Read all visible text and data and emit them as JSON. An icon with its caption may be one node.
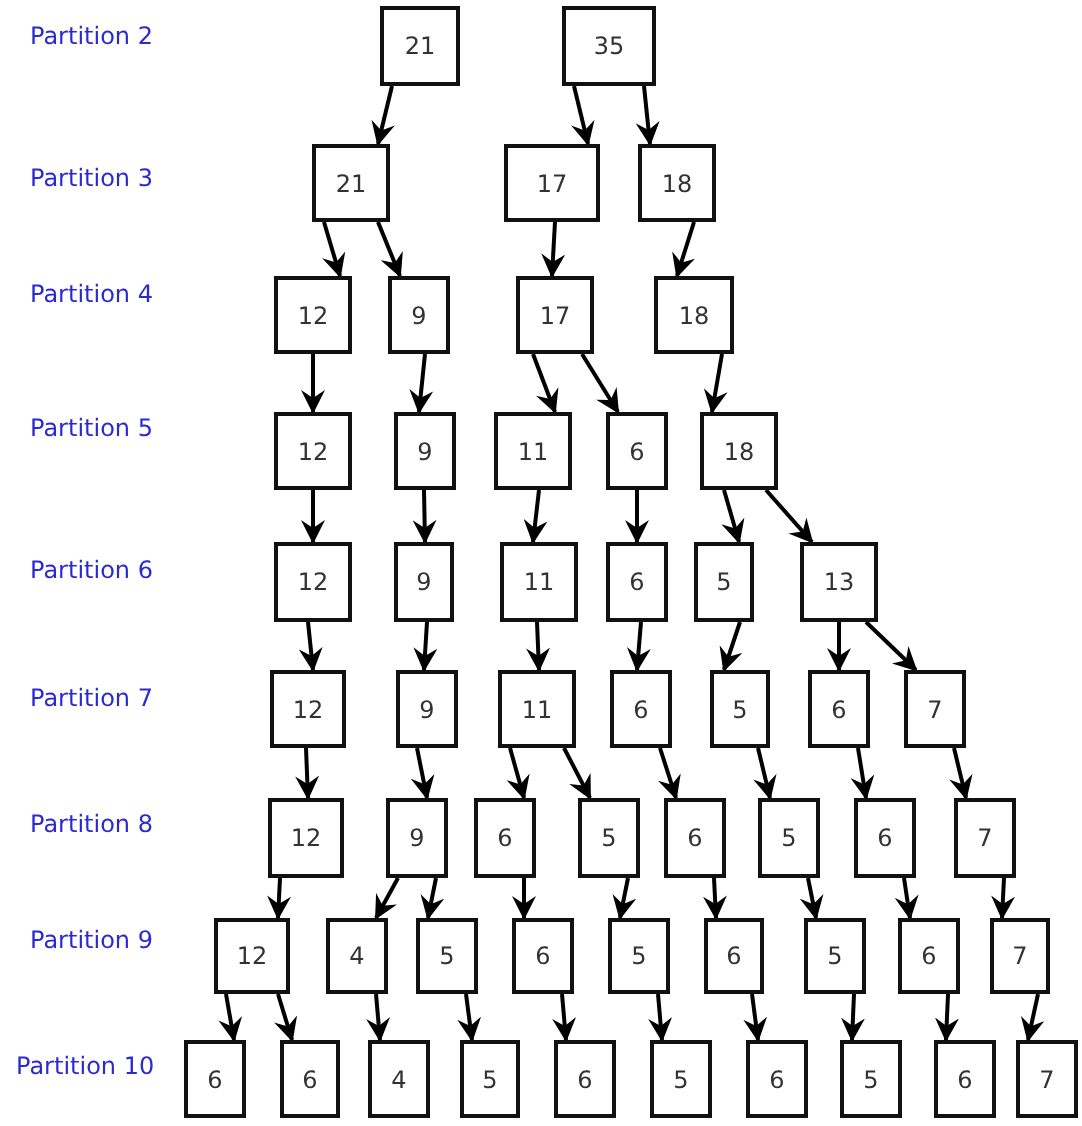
{
  "diagram": {
    "nodes": [
      {
        "text": [
          "21"
        ]
      },
      {
        "text": [
          "35"
        ]
      },
      {
        "text": [
          "21"
        ]
      },
      {
        "text": [
          "17"
        ]
      },
      {
        "text": [
          "18"
        ]
      },
      {
        "text": [
          "12"
        ]
      },
      {
        "text": [
          "9"
        ]
      },
      {
        "text": [
          "17"
        ]
      },
      {
        "text": [
          "18"
        ]
      },
      {
        "text": [
          "12"
        ]
      },
      {
        "text": [
          "9"
        ]
      },
      {
        "text": [
          "11"
        ]
      },
      {
        "text": [
          "6"
        ]
      },
      {
        "text": [
          "18"
        ]
      },
      {
        "text": [
          "12"
        ]
      },
      {
        "text": [
          "9"
        ]
      },
      {
        "text": [
          "11"
        ]
      },
      {
        "text": [
          "6"
        ]
      },
      {
        "text": [
          "5"
        ]
      },
      {
        "text": [
          "13"
        ]
      },
      {
        "text": [
          "12"
        ]
      },
      {
        "text": [
          "9"
        ]
      },
      {
        "text": [
          "11"
        ]
      },
      {
        "text": [
          "6"
        ]
      },
      {
        "text": [
          "5"
        ]
      },
      {
        "text": [
          "6"
        ]
      },
      {
        "text": [
          "7"
        ]
      },
      {
        "text": [
          "12"
        ]
      },
      {
        "text": [
          "9"
        ]
      },
      {
        "text": [
          "6"
        ]
      },
      {
        "text": [
          "5"
        ]
      },
      {
        "text": [
          "6"
        ]
      },
      {
        "text": [
          "5"
        ]
      },
      {
        "text": [
          "6"
        ]
      },
      {
        "text": [
          "7"
        ]
      },
      {
        "text": [
          "12"
        ]
      },
      {
        "text": [
          "4"
        ]
      },
      {
        "text": [
          "5"
        ]
      },
      {
        "text": [
          "6"
        ]
      },
      {
        "text": [
          "5"
        ]
      },
      {
        "text": [
          "6"
        ]
      },
      {
        "text": [
          "5"
        ]
      },
      {
        "text": [
          "6"
        ]
      },
      {
        "text": [
          "7"
        ]
      },
      {
        "text": [
          "6"
        ]
      },
      {
        "text": [
          "6"
        ]
      },
      {
        "text": [
          "4"
        ]
      },
      {
        "text": [
          "5"
        ]
      },
      {
        "text": [
          "6"
        ]
      },
      {
        "text": [
          "5"
        ]
      },
      {
        "text": [
          "6"
        ]
      },
      {
        "text": [
          "5"
        ]
      },
      {
        "text": [
          "6"
        ]
      },
      {
        "text": [
          "7"
        ]
      }
    ],
    "edges": [
      {
        "from": 0,
        "to": 2,
        "arrow": "to"
      },
      {
        "from": 1,
        "to": 3,
        "arrow": "to"
      },
      {
        "from": 1,
        "to": 4,
        "arrow": "to"
      },
      {
        "from": 2,
        "to": 5,
        "arrow": "to"
      },
      {
        "from": 2,
        "to": 6,
        "arrow": "to"
      },
      {
        "from": 3,
        "to": 7,
        "arrow": "to"
      },
      {
        "from": 4,
        "to": 8,
        "arrow": "to"
      },
      {
        "from": 5,
        "to": 9,
        "arrow": "to"
      },
      {
        "from": 6,
        "to": 10,
        "arrow": "to"
      },
      {
        "from": 7,
        "to": 11,
        "arrow": "to"
      },
      {
        "from": 7,
        "to": 12,
        "arrow": "to"
      },
      {
        "from": 8,
        "to": 13,
        "arrow": "to"
      },
      {
        "from": 9,
        "to": 14,
        "arrow": "to"
      },
      {
        "from": 10,
        "to": 15,
        "arrow": "to"
      },
      {
        "from": 11,
        "to": 16,
        "arrow": "to"
      },
      {
        "from": 12,
        "to": 17,
        "arrow": "to"
      },
      {
        "from": 13,
        "to": 18,
        "arrow": "to"
      },
      {
        "from": 13,
        "to": 19,
        "arrow": "to"
      },
      {
        "from": 14,
        "to": 20,
        "arrow": "to"
      },
      {
        "from": 15,
        "to": 21,
        "arrow": "to"
      },
      {
        "from": 16,
        "to": 22,
        "arrow": "to"
      },
      {
        "from": 17,
        "to": 23,
        "arrow": "to"
      },
      {
        "from": 18,
        "to": 24,
        "arrow": "to"
      },
      {
        "from": 19,
        "to": 25,
        "arrow": "to"
      },
      {
        "from": 19,
        "to": 26,
        "arrow": "to"
      },
      {
        "from": 20,
        "to": 27,
        "arrow": "to"
      },
      {
        "from": 21,
        "to": 28,
        "arrow": "to"
      },
      {
        "from": 22,
        "to": 29,
        "arrow": "to"
      },
      {
        "from": 22,
        "to": 30,
        "arrow": "to"
      },
      {
        "from": 23,
        "to": 31,
        "arrow": "to"
      },
      {
        "from": 24,
        "to": 32,
        "arrow": "to"
      },
      {
        "from": 25,
        "to": 33,
        "arrow": "to"
      },
      {
        "from": 26,
        "to": 34,
        "arrow": "to"
      },
      {
        "from": 27,
        "to": 35,
        "arrow": "to"
      },
      {
        "from": 28,
        "to": 36,
        "arrow": "to"
      },
      {
        "from": 28,
        "to": 37,
        "arrow": "to"
      },
      {
        "from": 29,
        "to": 38,
        "arrow": "to"
      },
      {
        "from": 30,
        "to": 39,
        "arrow": "to"
      },
      {
        "from": 31,
        "to": 40,
        "arrow": "to"
      },
      {
        "from": 32,
        "to": 41,
        "arrow": "to"
      },
      {
        "from": 33,
        "to": 42,
        "arrow": "to"
      },
      {
        "from": 34,
        "to": 43,
        "arrow": "to"
      },
      {
        "from": 35,
        "to": 44,
        "arrow": "to"
      },
      {
        "from": 35,
        "to": 45,
        "arrow": "to"
      },
      {
        "from": 36,
        "to": 46,
        "arrow": "to"
      },
      {
        "from": 37,
        "to": 47,
        "arrow": "to"
      },
      {
        "from": 38,
        "to": 48,
        "arrow": "to"
      },
      {
        "from": 39,
        "to": 49,
        "arrow": "to"
      },
      {
        "from": 40,
        "to": 50,
        "arrow": "to"
      },
      {
        "from": 41,
        "to": 51,
        "arrow": "to"
      },
      {
        "from": 42,
        "to": 52,
        "arrow": "to"
      },
      {
        "from": 43,
        "to": 53,
        "arrow": "to"
      }
    ],
    "labels": [
      "Partition 2",
      "Partition 3",
      "Partition 4",
      "Partition 5",
      "Partition 6",
      "Partition 7",
      "Partition 8",
      "Partition 9",
      "Partition 10"
    ]
  }
}
